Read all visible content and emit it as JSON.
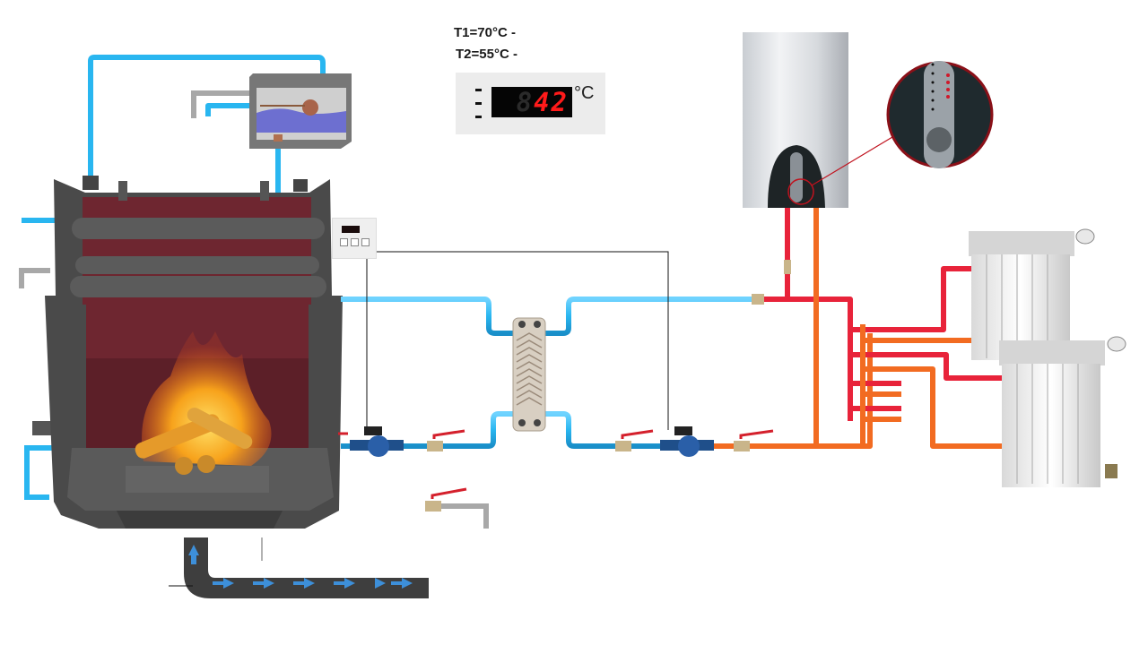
{
  "diagram": {
    "title": "Solid fuel fireplace boiler heating scheme with plate heat exchanger",
    "temperature_labels": {
      "t1": "T1=70°C -",
      "t2": "T2=55°C -"
    },
    "thermometer": {
      "digits_dim": "8",
      "digits_lit": "42",
      "unit": "°C"
    },
    "components": [
      {
        "name": "Fireplace boiler with water jacket",
        "icon": "fireplace-icon"
      },
      {
        "name": "Expansion tank with float valve",
        "icon": "tank-icon"
      },
      {
        "name": "Boiler controller",
        "icon": "controller-icon"
      },
      {
        "name": "Primary circulation pump",
        "icon": "pump-icon"
      },
      {
        "name": "Plate heat exchanger",
        "icon": "heat-exchanger-icon"
      },
      {
        "name": "Secondary circulation pump",
        "icon": "pump-icon"
      },
      {
        "name": "Electric boiler",
        "icon": "electric-boiler-icon"
      },
      {
        "name": "Distribution manifold",
        "icon": "manifold-icon"
      },
      {
        "name": "Radiator 1",
        "icon": "radiator-icon"
      },
      {
        "name": "Radiator 2",
        "icon": "radiator-icon"
      },
      {
        "name": "Air intake duct",
        "icon": "air-duct-icon"
      }
    ],
    "colors": {
      "cold_pipe": "#29b6f0",
      "hot_supply": "#e8233a",
      "return_pipe": "#f26b21",
      "grey_pipe": "#a8a8a8",
      "boiler_body": "#4a4a4a",
      "firebox_wall": "#6e2630",
      "flame": "#f5821f",
      "valve_handle": "#d4202c",
      "air_arrow": "#3d8fd9",
      "lcd_red": "#ff1a1a"
    }
  }
}
